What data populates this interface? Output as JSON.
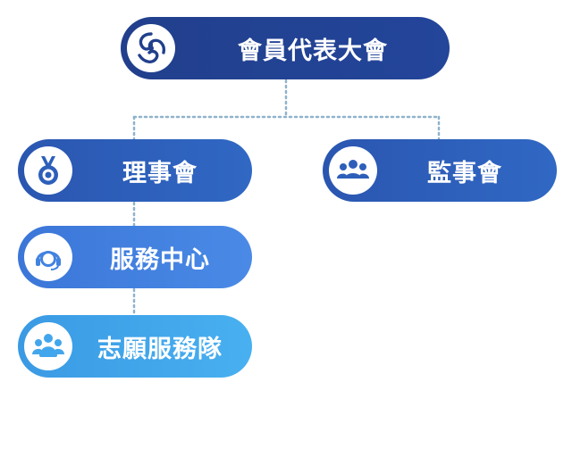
{
  "colors": {
    "root": "#213f8c",
    "board": "#2d5fba",
    "supervisors": "#2d5fba",
    "service": "#4282e0",
    "volunteer": "#42a6ec",
    "connector": "#8fb3cc"
  },
  "nodes": {
    "root": {
      "label": "會員代表大會",
      "icon": "association-logo-icon"
    },
    "board": {
      "label": "理事會",
      "icon": "medal-icon"
    },
    "supervisors": {
      "label": "監事會",
      "icon": "group-icon"
    },
    "service_center": {
      "label": "服務中心",
      "icon": "headset-agent-icon"
    },
    "volunteer_team": {
      "label": "志願服務隊",
      "icon": "volunteer-group-icon"
    }
  }
}
